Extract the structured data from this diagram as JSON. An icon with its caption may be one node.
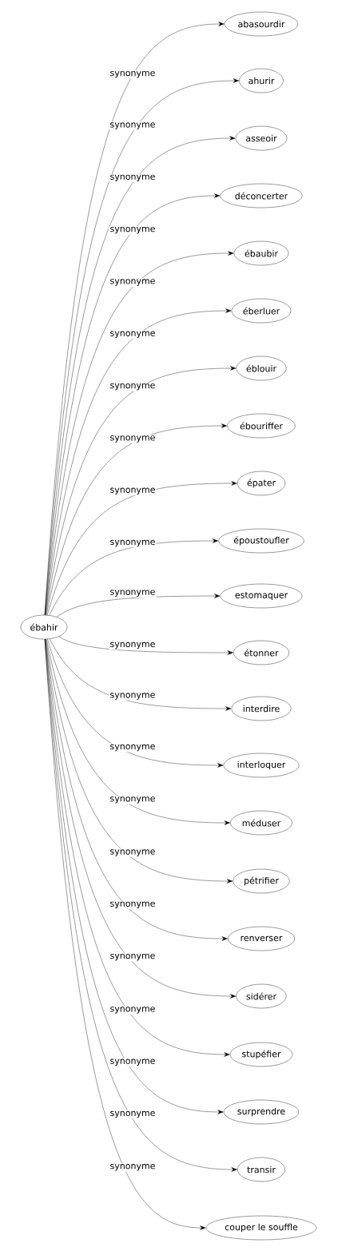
{
  "diagram": {
    "nodes": [
      {
        "text": [
          "ébahir"
        ]
      },
      {
        "text": [
          "abasourdir"
        ]
      },
      {
        "text": [
          "ahurir"
        ]
      },
      {
        "text": [
          "asseoir"
        ]
      },
      {
        "text": [
          "déconcerter"
        ]
      },
      {
        "text": [
          "ébaubir"
        ]
      },
      {
        "text": [
          "éberluer"
        ]
      },
      {
        "text": [
          "éblouir"
        ]
      },
      {
        "text": [
          "ébouriffer"
        ]
      },
      {
        "text": [
          "épater"
        ]
      },
      {
        "text": [
          "époustoufler"
        ]
      },
      {
        "text": [
          "estomaquer"
        ]
      },
      {
        "text": [
          "étonner"
        ]
      },
      {
        "text": [
          "interdire"
        ]
      },
      {
        "text": [
          "interloquer"
        ]
      },
      {
        "text": [
          "méduser"
        ]
      },
      {
        "text": [
          "pétrifier"
        ]
      },
      {
        "text": [
          "renverser"
        ]
      },
      {
        "text": [
          "sidérer"
        ]
      },
      {
        "text": [
          "stupéfier"
        ]
      },
      {
        "text": [
          "surprendre"
        ]
      },
      {
        "text": [
          "transir"
        ]
      },
      {
        "text": [
          "couper le souffle"
        ]
      }
    ],
    "edges": [
      {
        "from": 0,
        "to": 1,
        "arrow": "to",
        "label": "synonyme"
      },
      {
        "from": 0,
        "to": 2,
        "arrow": "to",
        "label": "synonyme"
      },
      {
        "from": 0,
        "to": 3,
        "arrow": "to",
        "label": "synonyme"
      },
      {
        "from": 0,
        "to": 4,
        "arrow": "to",
        "label": "synonyme"
      },
      {
        "from": 0,
        "to": 5,
        "arrow": "to",
        "label": "synonyme"
      },
      {
        "from": 0,
        "to": 6,
        "arrow": "to",
        "label": "synonyme"
      },
      {
        "from": 0,
        "to": 7,
        "arrow": "to",
        "label": "synonyme"
      },
      {
        "from": 0,
        "to": 8,
        "arrow": "to",
        "label": "synonyme"
      },
      {
        "from": 0,
        "to": 9,
        "arrow": "to",
        "label": "synonyme"
      },
      {
        "from": 0,
        "to": 10,
        "arrow": "to",
        "label": "synonyme"
      },
      {
        "from": 0,
        "to": 11,
        "arrow": "to",
        "label": "synonyme"
      },
      {
        "from": 0,
        "to": 12,
        "arrow": "to",
        "label": "synonyme"
      },
      {
        "from": 0,
        "to": 13,
        "arrow": "to",
        "label": "synonyme"
      },
      {
        "from": 0,
        "to": 14,
        "arrow": "to",
        "label": "synonyme"
      },
      {
        "from": 0,
        "to": 15,
        "arrow": "to",
        "label": "synonyme"
      },
      {
        "from": 0,
        "to": 16,
        "arrow": "to",
        "label": "synonyme"
      },
      {
        "from": 0,
        "to": 17,
        "arrow": "to",
        "label": "synonyme"
      },
      {
        "from": 0,
        "to": 18,
        "arrow": "to",
        "label": "synonyme"
      },
      {
        "from": 0,
        "to": 19,
        "arrow": "to",
        "label": "synonyme"
      },
      {
        "from": 0,
        "to": 20,
        "arrow": "to",
        "label": "synonyme"
      },
      {
        "from": 0,
        "to": 21,
        "arrow": "to",
        "label": "synonyme"
      },
      {
        "from": 0,
        "to": 22,
        "arrow": "to",
        "label": "synonyme"
      }
    ]
  }
}
